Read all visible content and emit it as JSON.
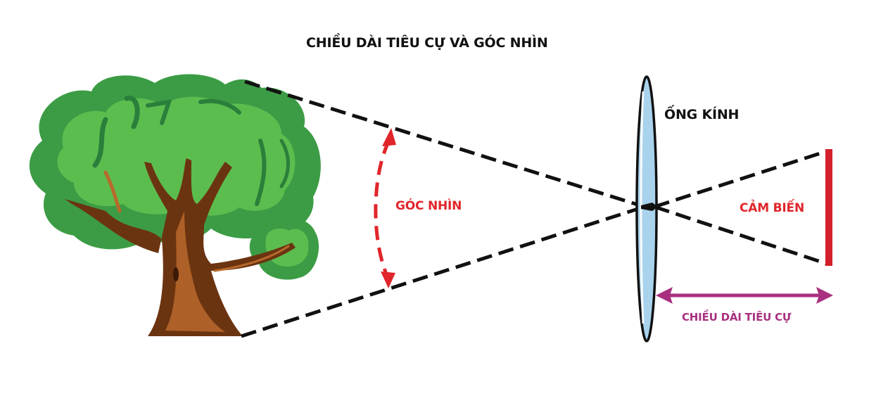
{
  "title": "CHIỀU DÀI TIÊU CỰ VÀ GÓC NHÌN",
  "labels": {
    "lens": "ỐNG KÍNH",
    "angle_of_view": "GÓC NHÌN",
    "sensor": "CẢM BIẾN",
    "focal_length": "CHIỀU DÀI TIÊU CỰ"
  },
  "elements": {
    "subject": "tree",
    "lens_shape": "biconvex-lens",
    "sensor_shape": "vertical-bar"
  },
  "colors": {
    "background": "#ffffff",
    "title_text": "#111111",
    "ray_lines": "#111111",
    "angle_arrow": "#e0262b",
    "sensor_bar": "#d4202a",
    "focal_arrow": "#a8307f",
    "lens_fill": "#a9d3ec",
    "foliage_dark": "#3c9c45",
    "foliage_light": "#5cbd4f",
    "foliage_shadow": "#2a7f3b",
    "trunk_dark": "#6b3410",
    "trunk_light": "#b8692c"
  }
}
